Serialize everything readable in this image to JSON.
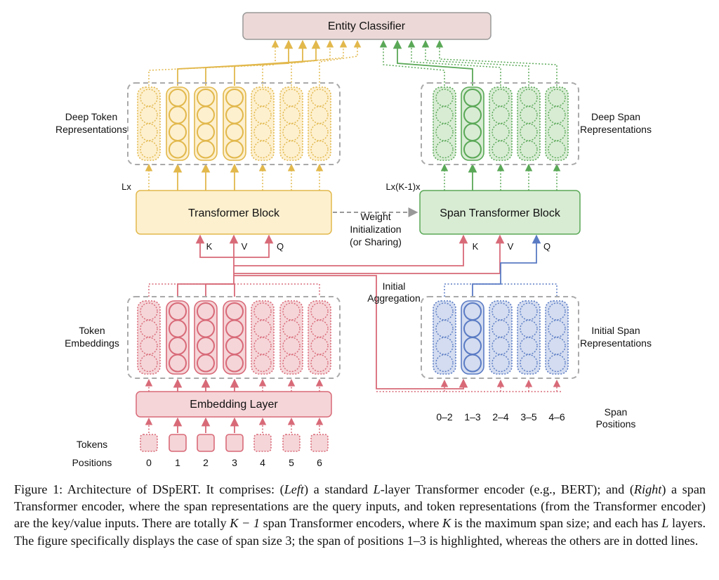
{
  "diagram": {
    "entity_classifier": "Entity Classifier",
    "deep_token_label": [
      "Deep Token",
      "Representations"
    ],
    "deep_span_label": [
      "Deep Span",
      "Representations"
    ],
    "token_embeddings_label": [
      "Token",
      "Embeddings"
    ],
    "initial_span_label": [
      "Initial Span",
      "Representations"
    ],
    "transformer_block": "Transformer Block",
    "span_transformer_block": "Span Transformer Block",
    "embedding_layer": "Embedding Layer",
    "lx": "Lx",
    "lxk1x": "Lx(K-1)x",
    "weight_init": [
      "Weight",
      "Initialization",
      "(or Sharing)"
    ],
    "initial_aggregation": [
      "Initial",
      "Aggregation"
    ],
    "kvq_left": [
      "K",
      "V",
      "Q"
    ],
    "kvq_right": [
      "K",
      "V",
      "Q"
    ],
    "tokens_label": "Tokens",
    "positions_label": "Positions",
    "positions": [
      "0",
      "1",
      "2",
      "3",
      "4",
      "5",
      "6"
    ],
    "span_positions_label": [
      "Span",
      "Positions"
    ],
    "span_positions": [
      "0–2",
      "1–3",
      "2–4",
      "3–5",
      "4–6"
    ],
    "colors": {
      "yellow_fill": "#fdf0cf",
      "yellow_stroke": "#e2b84c",
      "green_fill": "#d8ecd4",
      "green_stroke": "#5aa857",
      "red_fill": "#f5d5d8",
      "red_stroke": "#d86a78",
      "blue_fill": "#d3dcf0",
      "blue_stroke": "#5a7bc4",
      "classifier_fill": "#ecd9d7",
      "classifier_stroke": "#999999"
    }
  },
  "caption": {
    "part1": "Figure 1: Architecture of DSpERT. It comprises: (",
    "left_word": "Left",
    "part2": ") a standard ",
    "L1": "L",
    "part3": "-layer Transformer encoder (e.g., BERT); and (",
    "right_word": "Right",
    "part4": ") a span Transformer encoder, where the span representations are the query inputs, and token representations (from the Transformer encoder) are the key/value inputs. There are totally ",
    "km1": "K − 1",
    "part5": " span Transformer encoders, where ",
    "K": "K",
    "part6": " is the maximum span size; and each has ",
    "L2": "L",
    "part7": " layers. The figure specifically displays the case of span size 3; the span of positions 1–3 is highlighted, whereas the others are in dotted lines."
  }
}
